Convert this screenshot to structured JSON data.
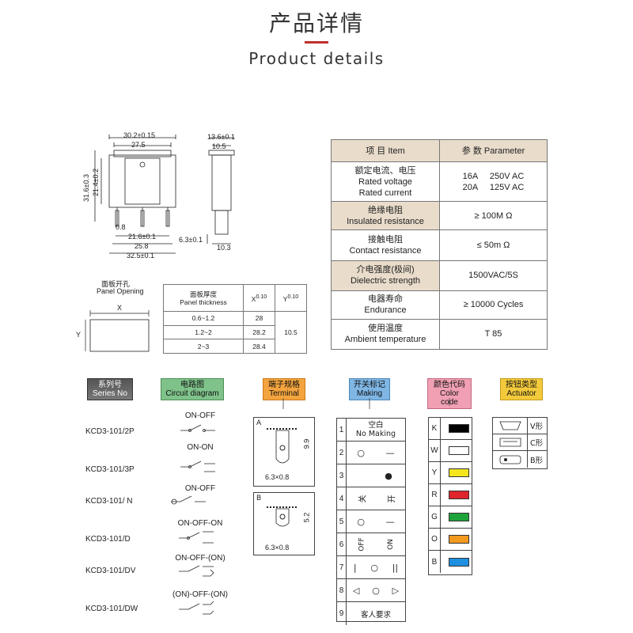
{
  "header": {
    "title_cn": "产品详情",
    "title_en": "Product details"
  },
  "drawing": {
    "dims": [
      "30.2±0.15",
      "27.5",
      "31.6±0.3",
      "21.4±0.2",
      "0.8",
      "21.6±0.1",
      "25.8",
      "32.5±0.1",
      "13.6±0.1",
      "10.5",
      "6.3±0.1",
      "10.3"
    ],
    "panel_cn": "面板开孔",
    "panel_en": "Panel Opening",
    "x": "X",
    "y": "Y"
  },
  "panel_table": {
    "h1_cn": "面板厚度",
    "h1_en": "Panel thickness",
    "h2": "X",
    "h3": "Y",
    "tol": "0.10",
    "rows": [
      [
        "0.6~1.2",
        "28"
      ],
      [
        "1.2~2",
        "28.2"
      ],
      [
        "2~3",
        "28.4"
      ]
    ],
    "y_value": "10.5"
  },
  "spec": {
    "head": [
      "项 目  Item",
      "参 数  Parameter"
    ],
    "rows": [
      {
        "k_cn": "额定电流、电压",
        "k_en1": "Rated voltage",
        "k_en2": "Rated current",
        "v1": "16A     250V AC",
        "v2": "20A     125V AC"
      },
      {
        "k_cn": "绝缘电阻",
        "k_en1": "Insulated resistance",
        "v1": "≥ 100M Ω"
      },
      {
        "k_cn": "接触电阻",
        "k_en1": "Contact resistance",
        "v1": "≤ 50m Ω"
      },
      {
        "k_cn": "介电强度(极间)",
        "k_en1": "Dielectric strength",
        "v1": "1500VAC/5S"
      },
      {
        "k_cn": "电器寿命",
        "k_en1": "Endurance",
        "v1": "≥ 10000 Cycles"
      },
      {
        "k_cn": "使用温度",
        "k_en1": "Ambient temperature",
        "v1": "T 85"
      }
    ]
  },
  "categories": {
    "series": {
      "cn": "系列号",
      "en": "Series No"
    },
    "circuit": {
      "cn": "电路图",
      "en": "Circuit diagram"
    },
    "terminal": {
      "cn": "端子规格",
      "en": "Terminal"
    },
    "making": {
      "cn": "开关标记",
      "en": "Making"
    },
    "color": {
      "cn": "颜色代码",
      "en": "Color code"
    },
    "actuator": {
      "cn": "按钮类型",
      "en": "Actuator"
    }
  },
  "series": [
    {
      "name": "KCD3-101/2P",
      "state": "ON-OFF"
    },
    {
      "name": "KCD3-101/3P",
      "state": "ON-ON"
    },
    {
      "name": "KCD3-101/ N",
      "state": "ON-OFF"
    },
    {
      "name": "KCD3-101/D",
      "state": "ON-OFF-ON"
    },
    {
      "name": "KCD3-101/DV",
      "state": "ON-OFF-(ON)"
    },
    {
      "name": "KCD3-101/DW",
      "state": "(ON)-OFF-(ON)"
    }
  ],
  "terminal": {
    "a": "A",
    "b": "B",
    "a_dim": "9.9",
    "b_dim": "5.2",
    "size": "6.3×0.8"
  },
  "making": [
    {
      "n": "1",
      "cells": [
        "空白",
        "No Making"
      ]
    },
    {
      "n": "2",
      "cells": [
        "○",
        "—"
      ]
    },
    {
      "n": "3",
      "cells": [
        "",
        "●"
      ]
    },
    {
      "n": "4",
      "cells": [
        "关",
        "开"
      ]
    },
    {
      "n": "5",
      "cells": [
        "○",
        "—"
      ]
    },
    {
      "n": "6",
      "cells": [
        "OFF",
        "ON"
      ]
    },
    {
      "n": "7",
      "cells": [
        "|",
        "○",
        "||"
      ]
    },
    {
      "n": "8",
      "cells": [
        "◁",
        "○",
        "▷"
      ]
    },
    {
      "n": "9",
      "cells": [
        "客人要求"
      ]
    }
  ],
  "colors": [
    {
      "k": "K",
      "hex": "#000000"
    },
    {
      "k": "W",
      "hex": "#ffffff"
    },
    {
      "k": "Y",
      "hex": "#f4e51c"
    },
    {
      "k": "R",
      "hex": "#e0242b"
    },
    {
      "k": "G",
      "hex": "#1ea33a"
    },
    {
      "k": "O",
      "hex": "#f39a1e"
    },
    {
      "k": "B",
      "hex": "#1f8fe0"
    }
  ],
  "actuators": [
    {
      "label": "V形"
    },
    {
      "label": "C形"
    },
    {
      "label": "B形"
    }
  ]
}
